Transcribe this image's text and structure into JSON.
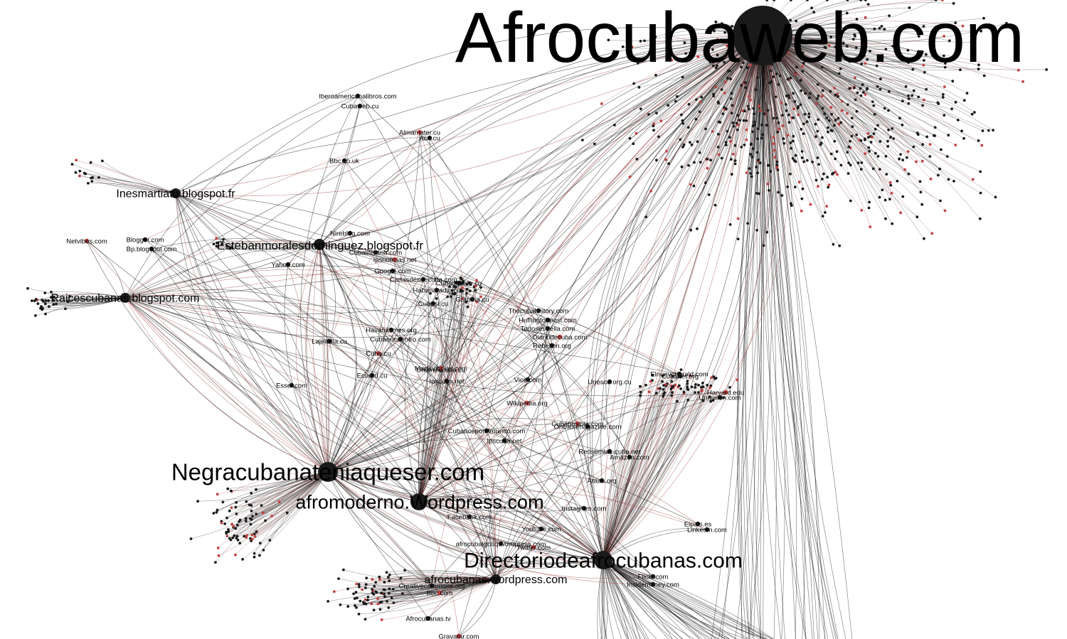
{
  "colors": {
    "background": "#ffffff",
    "node": "#1a1a1a",
    "edge": "#000000",
    "edge_alt": "#a04040",
    "node_alt": "#c04040",
    "label": "#000000"
  },
  "hubs": [
    {
      "id": "h_afrocuba",
      "label": "Afrocubaweb.com"
    },
    {
      "id": "h_negra",
      "label": "Negracubanateniaqueser.com"
    },
    {
      "id": "h_afromoderno",
      "label": "afromoderno.Wordpress.com"
    },
    {
      "id": "h_directorio",
      "label": "Directoriodeafrocubanas.com"
    },
    {
      "id": "h_esteban",
      "label": "Estebanmoralesdominguez.blogspot.fr"
    },
    {
      "id": "h_ines",
      "label": "Inesmartiatu.blogspot.fr"
    },
    {
      "id": "h_raices",
      "label": "Raicescubanas.blogspot.com"
    },
    {
      "id": "h_afrocubanas",
      "label": "afrocubanas.wordpress.com"
    }
  ],
  "mid_nodes": [
    {
      "id": "m_afrolgbtiq",
      "label": "afrocubalgbtiq.wordpress.com"
    },
    {
      "id": "m_lajiribilla",
      "label": "Lajiribilla.cu"
    },
    {
      "id": "m_cubacu",
      "label": "Cuba.cu"
    },
    {
      "id": "m_ecured",
      "label": "Ecured.cu"
    },
    {
      "id": "m_araas",
      "label": "Araas.org"
    },
    {
      "id": "m_facebook",
      "label": "Facebook.com"
    },
    {
      "id": "m_youtube",
      "label": "Youtube.com"
    },
    {
      "id": "m_twitter",
      "label": "Twitter.com"
    },
    {
      "id": "m_instagram",
      "label": "Instagram.com"
    },
    {
      "id": "m_havanatimes",
      "label": "Havanatimes.org"
    },
    {
      "id": "m_cubaencuentro",
      "label": "Cubaencuentro.com"
    },
    {
      "id": "m_ipscuba",
      "label": "Ipscuba.net"
    },
    {
      "id": "m_gravatar",
      "label": "Gravatar.com"
    },
    {
      "id": "m_linkedin",
      "label": "Linkedin.com"
    },
    {
      "id": "m_elpais",
      "label": "Elpais.es"
    },
    {
      "id": "m_unesco",
      "label": "Unesco.org.cu"
    },
    {
      "id": "m_vice",
      "label": "Vice.com"
    },
    {
      "id": "m_wikipedia",
      "label": "Wikipedia.org"
    },
    {
      "id": "m_google",
      "label": "Google.com"
    },
    {
      "id": "m_blogger",
      "label": "Blogger.com"
    },
    {
      "id": "m_yahoo",
      "label": "Yahoo.com"
    },
    {
      "id": "m_nireblog",
      "label": "Nireblog.com"
    },
    {
      "id": "m_ipsnoticias",
      "label": "Ipsnoticias.net"
    },
    {
      "id": "m_cubaliteraria",
      "label": "Cubaliteraria.com"
    },
    {
      "id": "m_cartas",
      "label": "Cartasdesdecuba.com"
    },
    {
      "id": "m_habana",
      "label": "Habanaradio.cu"
    },
    {
      "id": "m_bbc",
      "label": "Bbc.co.uk"
    },
    {
      "id": "m_almamater",
      "label": "Almamater.cu"
    },
    {
      "id": "m_acn",
      "label": "Acn.cu"
    },
    {
      "id": "m_iberoamericana",
      "label": "Iberoamericanalibros.com"
    },
    {
      "id": "m_cubaweb",
      "label": "Cubaweb.cu"
    },
    {
      "id": "m_essel",
      "label": "Essel.com"
    },
    {
      "id": "m_netvibes",
      "label": "Netvibes.com"
    },
    {
      "id": "m_bpblogspot",
      "label": "Bp.blogspot.com"
    },
    {
      "id": "m_uniondecuba",
      "label": "Uniondecuba.cu"
    },
    {
      "id": "m_ipscuba2",
      "label": "Ipscuba.net"
    },
    {
      "id": "m_oncuba",
      "label": "Oncubamagazine.com"
    },
    {
      "id": "m_cubaposible",
      "label": "Cubaposible.com"
    },
    {
      "id": "m_cubanosporelmundo",
      "label": "Cubanosporelmundo.com"
    },
    {
      "id": "m_huffington",
      "label": "Huffingtonpost.com"
    },
    {
      "id": "m_thecubahistory",
      "label": "Thecubahistory.com"
    },
    {
      "id": "m_todosestrella",
      "label": "Todosestrella.com"
    },
    {
      "id": "m_diariodecuba",
      "label": "Diariodecuba.com"
    },
    {
      "id": "m_rebelion",
      "label": "Rebelion.org"
    },
    {
      "id": "m_cubadebate",
      "label": "Cubadebate.cu"
    },
    {
      "id": "m_granma",
      "label": "Granma.cu"
    },
    {
      "id": "m_creativecommons",
      "label": "Creativecommons.org"
    },
    {
      "id": "m_bbcmundo",
      "label": "Bbc.com"
    },
    {
      "id": "m_afrocubanastv",
      "label": "Afrocubanas.tv"
    },
    {
      "id": "m_redsemlac",
      "label": "Redsemlac-cuba.net"
    },
    {
      "id": "m_amazon",
      "label": "Amazon.com"
    },
    {
      "id": "m_univision",
      "label": "Univision.com"
    },
    {
      "id": "m_harvard",
      "label": "Harvard.edu"
    },
    {
      "id": "m_flickr",
      "label": "Flickr.com"
    },
    {
      "id": "m_insidemoney",
      "label": "Insidemoney.com"
    },
    {
      "id": "m_elnuevoherald",
      "label": "Elnuevoherald.com"
    },
    {
      "id": "m_cubanet",
      "label": "Cubanet.org"
    },
    {
      "id": "m_martinoticias",
      "label": "Martinoticias.com"
    },
    {
      "id": "m_cubasi",
      "label": "Cubasi.cu"
    }
  ]
}
